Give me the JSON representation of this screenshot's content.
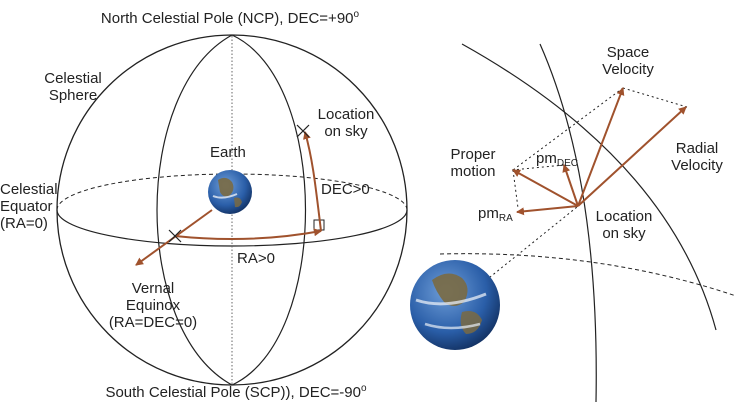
{
  "colors": {
    "arrow": "#a0522d",
    "line": "#222222",
    "ocean": "#2a5ea8",
    "land": "#7a6a42",
    "cloud": "#e8eef5"
  },
  "labels": {
    "ncp": "North Celestial Pole (NCP), DEC=+90",
    "ncp_sup": "o",
    "scp": "South Celestial Pole (SCP)), DEC=-90",
    "scp_sup": "o",
    "sphere_l1": "Celestial",
    "sphere_l2": "Sphere",
    "location_l1": "Location",
    "location_l2": "on sky",
    "earth": "Earth",
    "dec": "DEC>0",
    "equator_l1": "Celestial",
    "equator_l2": "Equator",
    "equator_l3": "(RA=0)",
    "ra": "RA>0",
    "vernal_l1": "Vernal",
    "vernal_l2": "Equinox",
    "vernal_l3": "(RA=DEC=0)",
    "space_l1": "Space",
    "space_l2": "Velocity",
    "radial_l1": "Radial",
    "radial_l2": "Velocity",
    "proper_l1": "Proper",
    "proper_l2": "motion",
    "pmdec_main": "pm",
    "pmdec_sub": "DEC",
    "pmra_main": "pm",
    "pmra_sub": "RA",
    "loc2_l1": "Location",
    "loc2_l2": "on sky"
  }
}
